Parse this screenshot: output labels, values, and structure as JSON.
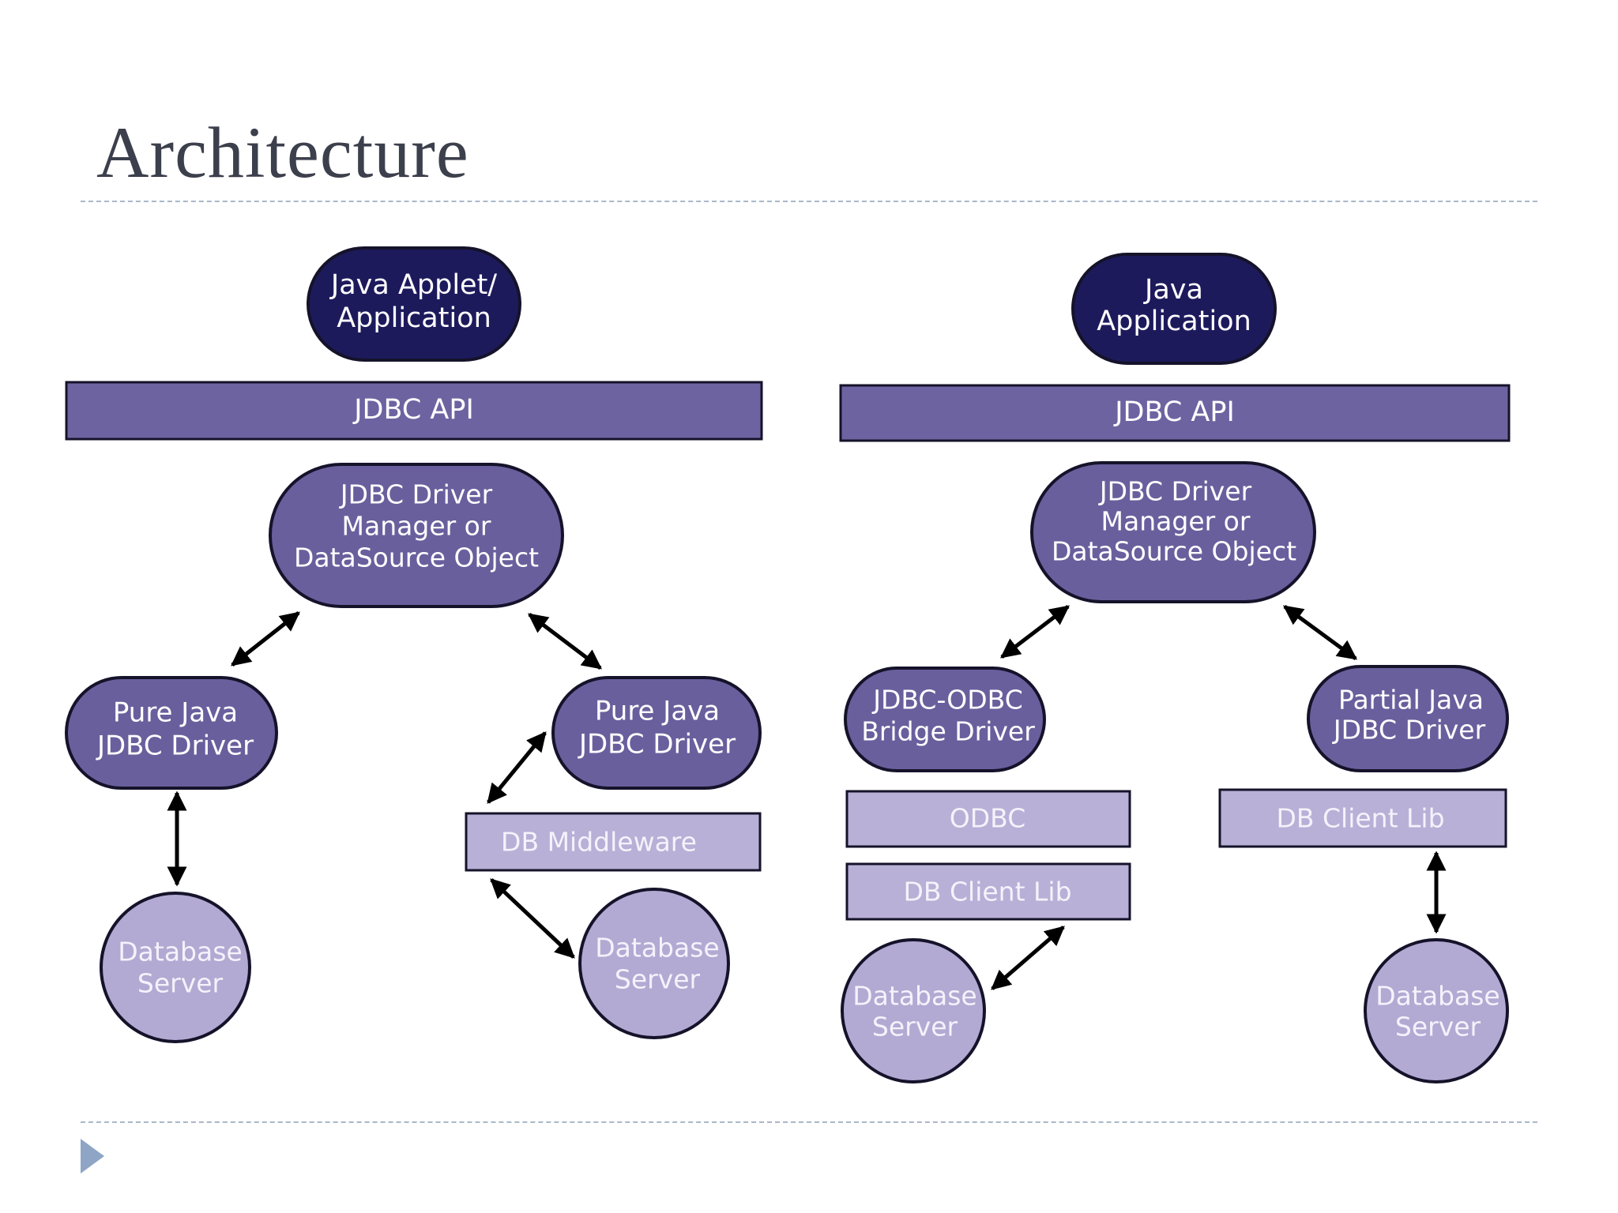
{
  "slide": {
    "title": "Architecture"
  },
  "colors": {
    "dark_node": "#1d1a5c",
    "mid_node": "#6a5f9d",
    "light_node": "#b3aad3",
    "bar": "#6e63a1",
    "light_bar": "#b8b0d6",
    "outline": "#15132a",
    "dark_text": "#ffffff",
    "light_text": "#f4f2fb"
  },
  "left_diagram": {
    "app_line1": "Java Applet/",
    "app_line2": "Application",
    "api": "JDBC API",
    "manager_line1": "JDBC Driver",
    "manager_line2": "Manager or",
    "manager_line3": "DataSource Object",
    "driver1_line1": "Pure Java",
    "driver1_line2": "JDBC Driver",
    "driver2_line1": "Pure Java",
    "driver2_line2": "JDBC Driver",
    "middleware": "DB Middleware",
    "server1_line1": "Database",
    "server1_line2": "Server",
    "server2_line1": "Database",
    "server2_line2": "Server"
  },
  "right_diagram": {
    "app_line1": "Java",
    "app_line2": "Application",
    "api": "JDBC API",
    "manager_line1": "JDBC Driver",
    "manager_line2": "Manager or",
    "manager_line3": "DataSource Object",
    "bridge_line1": "JDBC-ODBC",
    "bridge_line2": "Bridge Driver",
    "odbc": "ODBC",
    "client_lib_left": "DB Client Lib",
    "partial_line1": "Partial Java",
    "partial_line2": "JDBC Driver",
    "client_lib_right": "DB Client Lib",
    "server1_line1": "Database",
    "server1_line2": "Server",
    "server2_line1": "Database",
    "server2_line2": "Server"
  }
}
